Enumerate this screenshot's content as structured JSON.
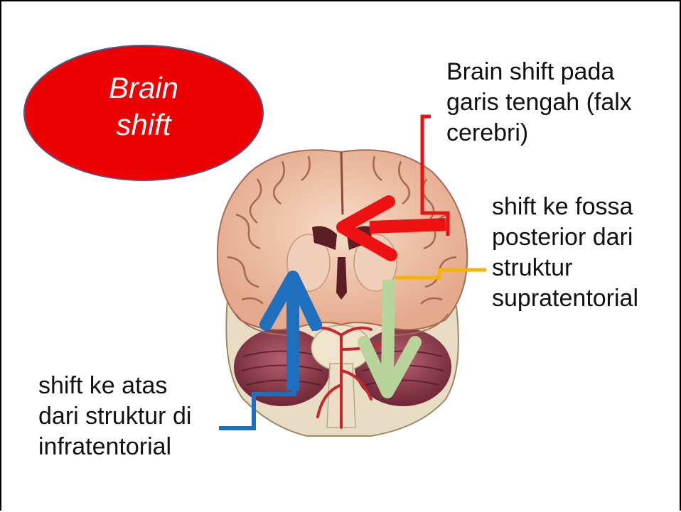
{
  "badge": {
    "title": "Brain\nshift",
    "fill_color": "#ee0000"
  },
  "labels": {
    "midline": "Brain shift pada\ngaris tengah (falx\ncerebri)",
    "posterior": "shift  ke fossa\nposterior dari\nstruktur\nsupratentorial",
    "upward": "shift  ke atas\ndari struktur di\ninfratentorial"
  },
  "arrows": {
    "midline_color": "#ee1111",
    "posterior_color": "#b7d59a",
    "upward_color": "#1f6fbf",
    "posterior_connector_color": "#f5b400"
  },
  "illustration": {
    "icon": "brain-coronal-section-icon"
  }
}
